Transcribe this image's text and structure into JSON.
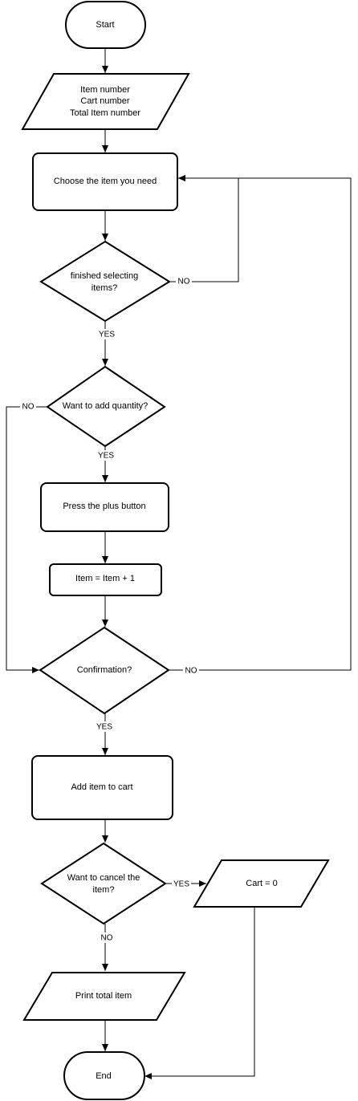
{
  "nodes": {
    "start": "Start",
    "input_vars": [
      "Item number",
      "Cart number",
      "Total Item number"
    ],
    "choose_item": "Choose the item you need",
    "finished_selecting": [
      "finished selecting",
      "items?"
    ],
    "want_add_quantity": "Want to add quantity?",
    "press_plus": "Press the plus button",
    "item_increment": "Item = Item + 1",
    "confirmation": "Confirmation?",
    "add_to_cart": "Add item to cart",
    "want_cancel": [
      "Want to cancel the",
      "item?"
    ],
    "cart_zero": "Cart = 0",
    "print_total": "Print total item",
    "end": "End"
  },
  "edges": {
    "finished_no": "NO",
    "finished_yes": "YES",
    "quantity_no": "NO",
    "quantity_yes": "YES",
    "confirm_no": "NO",
    "confirm_yes": "YES",
    "cancel_yes": "YES",
    "cancel_no": "NO"
  }
}
